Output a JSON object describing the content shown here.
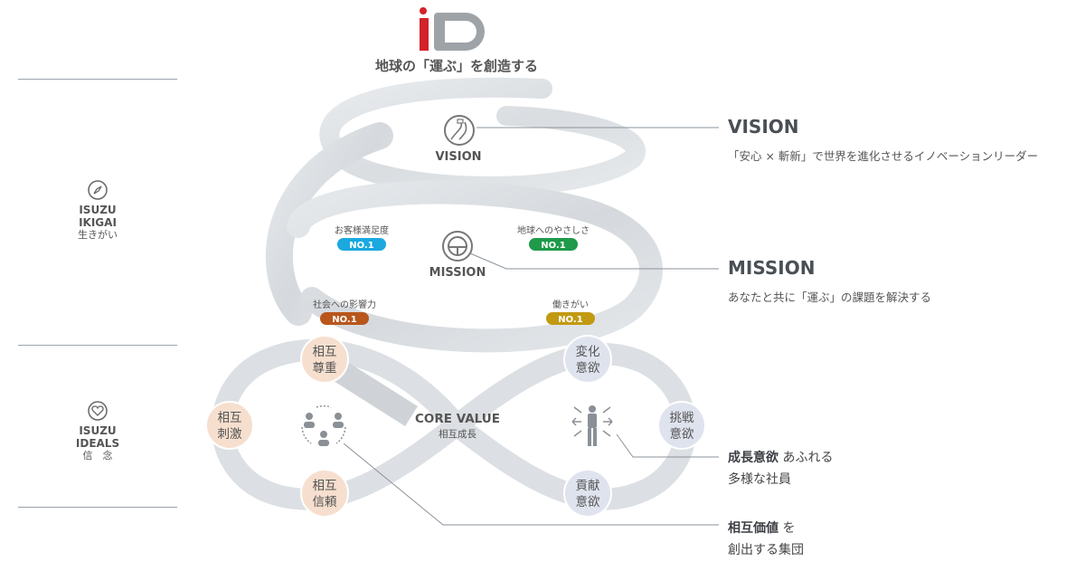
{
  "logo": {
    "text": "iD",
    "tagline": "地球の「運ぶ」を創造する",
    "colors": {
      "red": "#d2232a",
      "gray": "#9ea3a8"
    }
  },
  "left": {
    "ikigai": {
      "line1": "ISUZU",
      "line2": "IKIGAI",
      "jp": "生きがい",
      "icon": "compass-icon"
    },
    "ideals": {
      "line1": "ISUZU",
      "line2": "IDEALS",
      "jp": "信　念",
      "icon": "heart-icon"
    }
  },
  "vision": {
    "label": "VISION",
    "icon": "road-icon",
    "title": "VISION",
    "desc": "「安心 × 斬新」で世界を進化させるイノベーションリーダー"
  },
  "mission": {
    "label": "MISSION",
    "icon": "steering-wheel-icon",
    "title": "MISSION",
    "desc": "あなたと共に「運ぶ」の課題を解決する",
    "badges": [
      {
        "caption": "お客様満足度",
        "text": "NO.1",
        "color": "#1ba9e0"
      },
      {
        "caption": "地球へのやさしさ",
        "text": "NO.1",
        "color": "#1e9a4a"
      },
      {
        "caption": "社会への影響力",
        "text": "NO.1",
        "color": "#b8561b"
      },
      {
        "caption": "働きがい",
        "text": "NO.1",
        "color": "#c29a12"
      }
    ]
  },
  "core_value": {
    "title": "CORE VALUE",
    "sub": "相互成長"
  },
  "left_circles": [
    {
      "l1": "相互",
      "l2": "尊重"
    },
    {
      "l1": "相互",
      "l2": "刺激"
    },
    {
      "l1": "相互",
      "l2": "信頼"
    }
  ],
  "right_circles": [
    {
      "l1": "変化",
      "l2": "意欲"
    },
    {
      "l1": "挑戦",
      "l2": "意欲"
    },
    {
      "l1": "貢献",
      "l2": "意欲"
    }
  ],
  "icons": {
    "group": "group-people-icon",
    "person": "person-arrows-icon"
  },
  "notes": {
    "growth_bold": "成長意欲",
    "growth_rest": " あふれる",
    "growth_line2": "多様な社員",
    "mutual_bold": "相互価値",
    "mutual_rest": " を",
    "mutual_line2": "創出する集団"
  }
}
